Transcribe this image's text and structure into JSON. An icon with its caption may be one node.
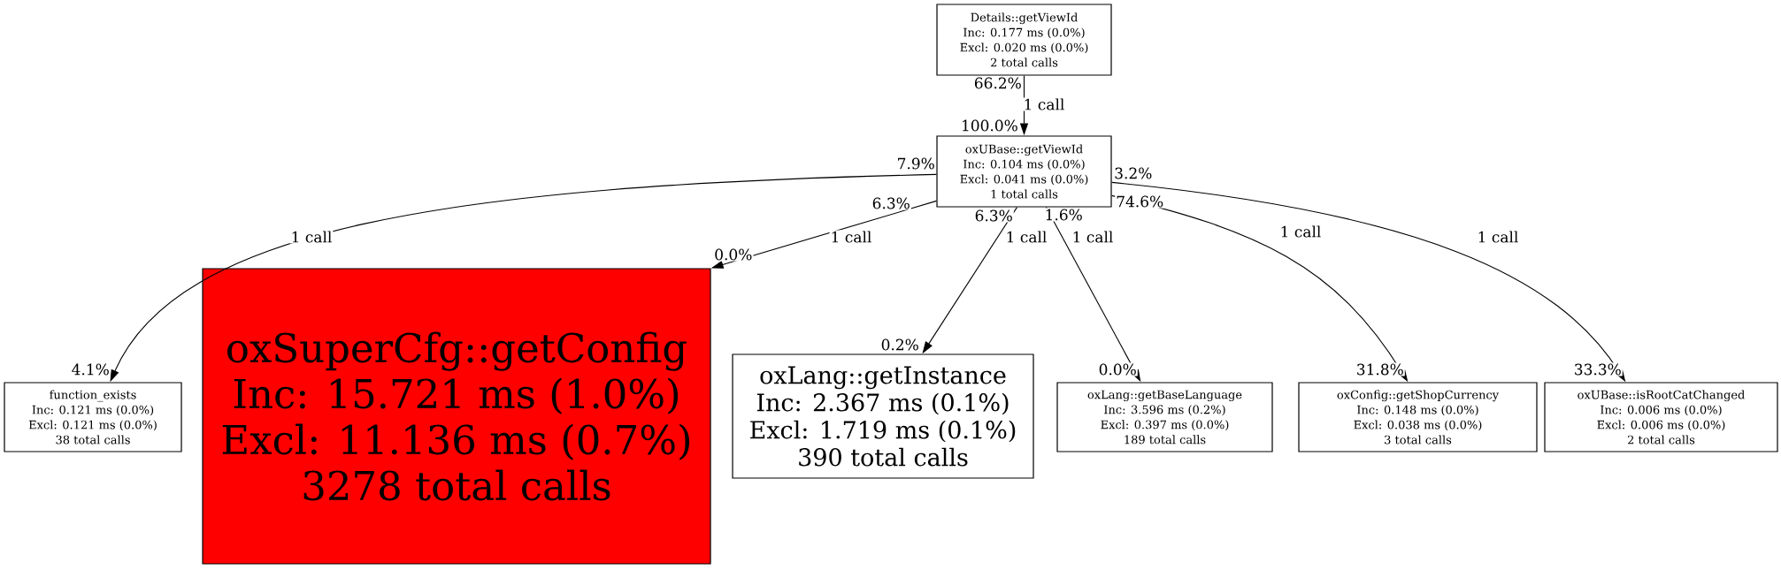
{
  "diagram": {
    "nodes": [
      {
        "text": [
          "Details::getViewId",
          "Inc: 0.177 ms (0.0%)",
          "Excl: 0.020 ms (0.0%)",
          "2 total calls"
        ],
        "beside": [
          "66.2%"
        ]
      },
      {
        "text": [
          "oxUBase::getViewId",
          "Inc: 0.104 ms (0.0%)",
          "Excl: 0.041 ms (0.0%)",
          "1 total calls"
        ],
        "beside": [
          "100.0%",
          "7.9%",
          "6.3%",
          "6.3%",
          "1.6%",
          "74.6%",
          "3.2%"
        ]
      },
      {
        "text": [
          "function_exists",
          "Inc: 0.121 ms (0.0%)",
          "Excl: 0.121 ms (0.0%)",
          "38 total calls"
        ],
        "beside": [
          "4.1%"
        ]
      },
      {
        "text": [
          "oxSuperCfg::getConfig",
          "Inc: 15.721 ms (1.0%)",
          "Excl: 11.136 ms (0.7%)",
          "3278 total calls"
        ],
        "beside": [
          "0.0%"
        ]
      },
      {
        "text": [
          "oxLang::getInstance",
          "Inc: 2.367 ms (0.1%)",
          "Excl: 1.719 ms (0.1%)",
          "390 total calls"
        ],
        "beside": [
          "0.2%"
        ]
      },
      {
        "text": [
          "oxLang::getBaseLanguage",
          "Inc: 3.596 ms (0.2%)",
          "Excl: 0.397 ms (0.0%)",
          "189 total calls"
        ],
        "beside": [
          "0.0%"
        ]
      },
      {
        "text": [
          "oxConfig::getShopCurrency",
          "Inc: 0.148 ms (0.0%)",
          "Excl: 0.038 ms (0.0%)",
          "3 total calls"
        ],
        "beside": [
          "31.8%"
        ]
      },
      {
        "text": [
          "oxUBase::isRootCatChanged",
          "Inc: 0.006 ms (0.0%)",
          "Excl: 0.006 ms (0.0%)",
          "2 total calls"
        ],
        "beside": [
          "33.3%"
        ]
      }
    ],
    "edges": [
      {
        "from": 0,
        "to": 1,
        "arrow": "to",
        "label": "1 call"
      },
      {
        "from": 1,
        "to": 2,
        "arrow": "to",
        "label": "1 call"
      },
      {
        "from": 1,
        "to": 3,
        "arrow": "to",
        "label": "1 call"
      },
      {
        "from": 1,
        "to": 4,
        "arrow": "to",
        "label": "1 call"
      },
      {
        "from": 1,
        "to": 5,
        "arrow": "to",
        "label": "1 call"
      },
      {
        "from": 1,
        "to": 6,
        "arrow": "to",
        "label": "1 call"
      },
      {
        "from": 1,
        "to": 7,
        "arrow": "to",
        "label": "1 call"
      }
    ]
  }
}
